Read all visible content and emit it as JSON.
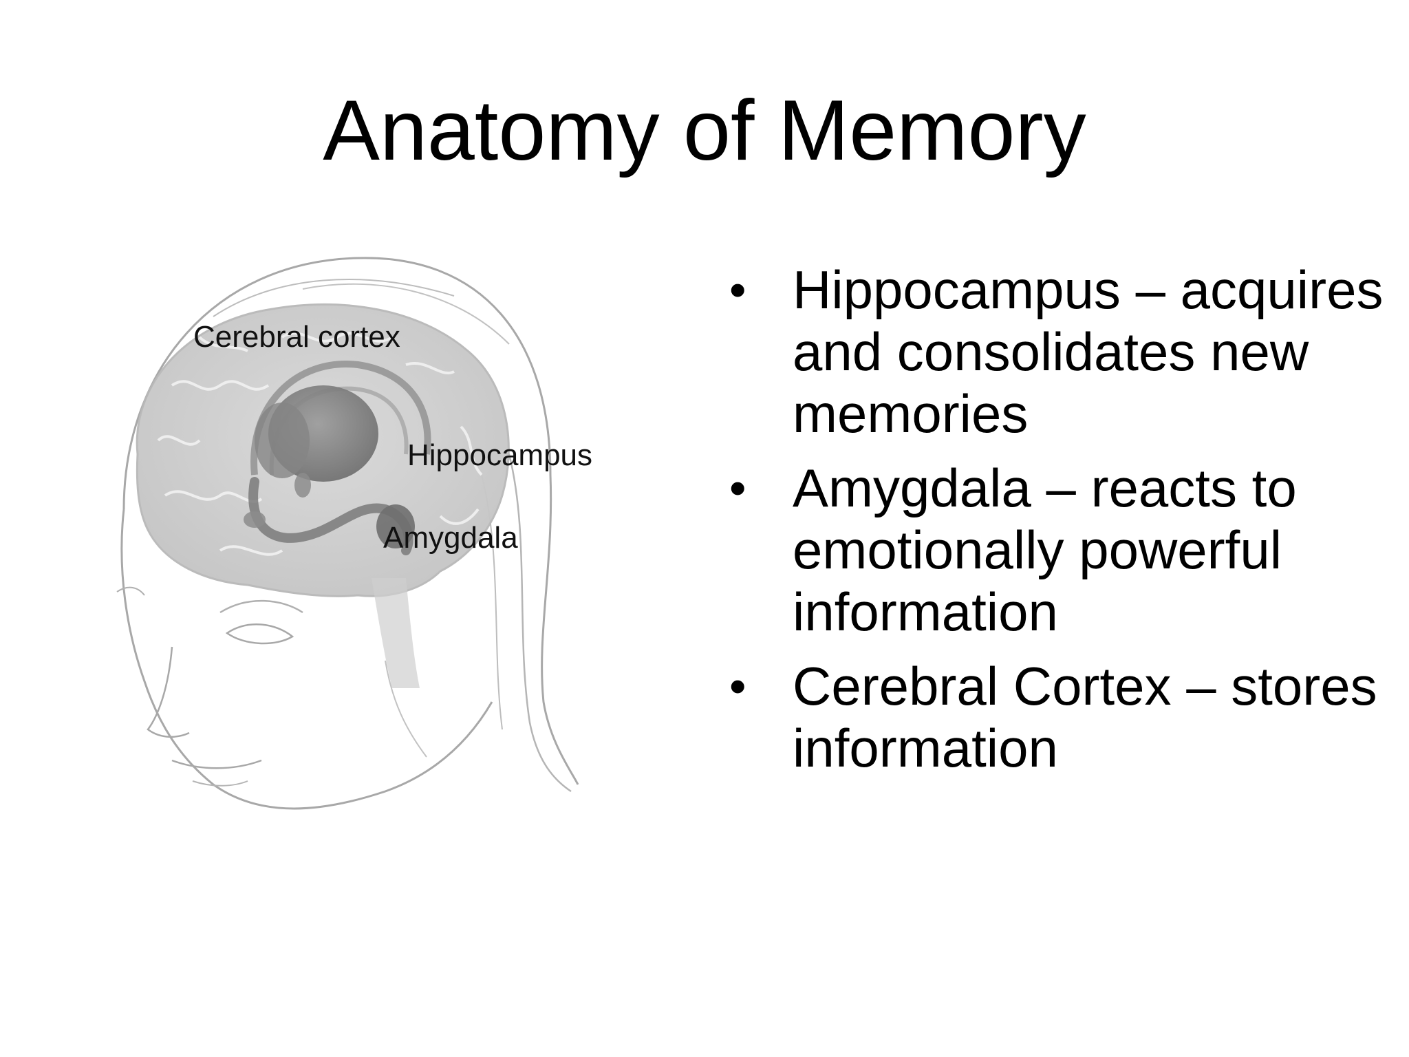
{
  "slide": {
    "title": "Anatomy of Memory"
  },
  "diagram": {
    "labels": {
      "cortex": "Cerebral cortex",
      "hippocampus": "Hippocampus",
      "amygdala": "Amygdala"
    }
  },
  "bullets": {
    "marker": "•",
    "items": [
      {
        "text": "Hippocampus – acquires and consolidates new memories"
      },
      {
        "text": "Amygdala – reacts to emotionally powerful information"
      },
      {
        "text": "Cerebral Cortex – stores information"
      }
    ]
  }
}
